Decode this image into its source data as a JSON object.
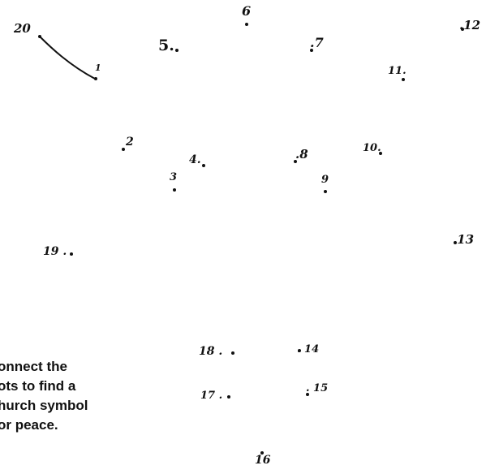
{
  "puzzle": {
    "dots": [
      {
        "label": "1"
      },
      {
        "label": "2"
      },
      {
        "label": "3"
      },
      {
        "label": "4."
      },
      {
        "label": "5."
      },
      {
        "label": "6"
      },
      {
        "label": ".7"
      },
      {
        "label": ".8"
      },
      {
        "label": "9"
      },
      {
        "label": "10."
      },
      {
        "label": "11."
      },
      {
        "label": ".12"
      },
      {
        "label": ".13"
      },
      {
        "label": ". 14"
      },
      {
        "label": ". 15"
      },
      {
        "label": "16"
      },
      {
        "label": "17 ."
      },
      {
        "label": "18 ."
      },
      {
        "label": "19 ."
      },
      {
        "label": "20"
      }
    ],
    "connected_segments": [
      [
        "20",
        "1"
      ]
    ],
    "colors": {
      "ink": "#111111",
      "background": "#ffffff"
    }
  },
  "instructions": {
    "line1": "onnect the",
    "line2": "ots to find a",
    "line3": "hurch symbol",
    "line4": "or peace."
  }
}
